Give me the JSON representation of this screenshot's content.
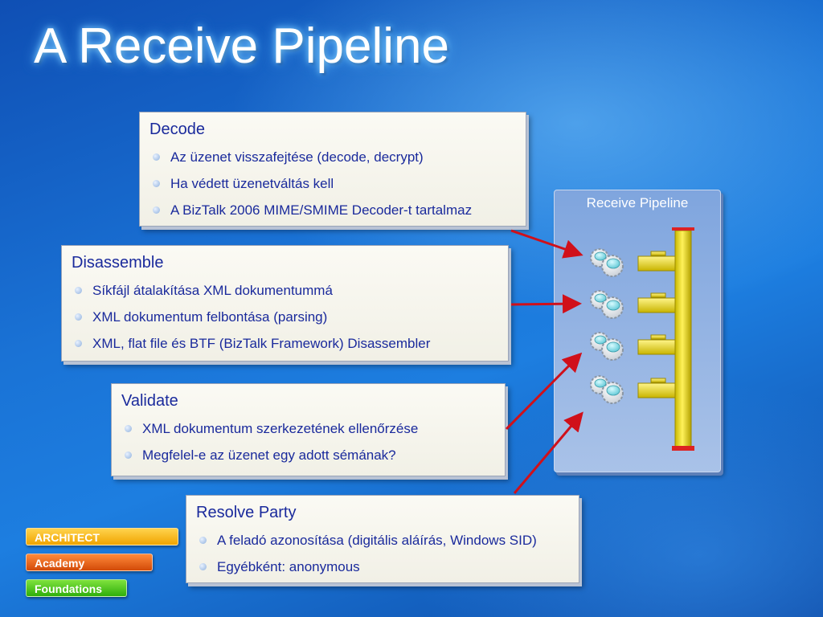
{
  "slide": {
    "title": "A Receive Pipeline"
  },
  "stages": [
    {
      "heading": "Decode",
      "bullets": [
        "Az üzenet visszafejtése (decode, decrypt)",
        "Ha védett üzenetváltás kell",
        "A BizTalk 2006 MIME/SMIME Decoder-t tartalmaz"
      ]
    },
    {
      "heading": "Disassemble",
      "bullets": [
        "Síkfájl átalakítása XML dokumentummá",
        "XML dokumentum felbontása (parsing)",
        "XML, flat file és BTF (BizTalk Framework) Disassembler"
      ]
    },
    {
      "heading": "Validate",
      "bullets": [
        "XML dokumentum szerkezetének ellenőrzése",
        "Megfelel-e az üzenet egy adott sémának?"
      ]
    },
    {
      "heading": "Resolve Party",
      "bullets": [
        "A feladó azonosítása (digitális aláírás, Windows SID)",
        "Egyébként: anonymous"
      ]
    }
  ],
  "diagram": {
    "title": "Receive Pipeline",
    "component_icon": "gears-icon",
    "arrow_color": "#d0101a"
  },
  "branding": {
    "tags": [
      "ARCHITECT",
      "Academy",
      "Foundations"
    ]
  }
}
